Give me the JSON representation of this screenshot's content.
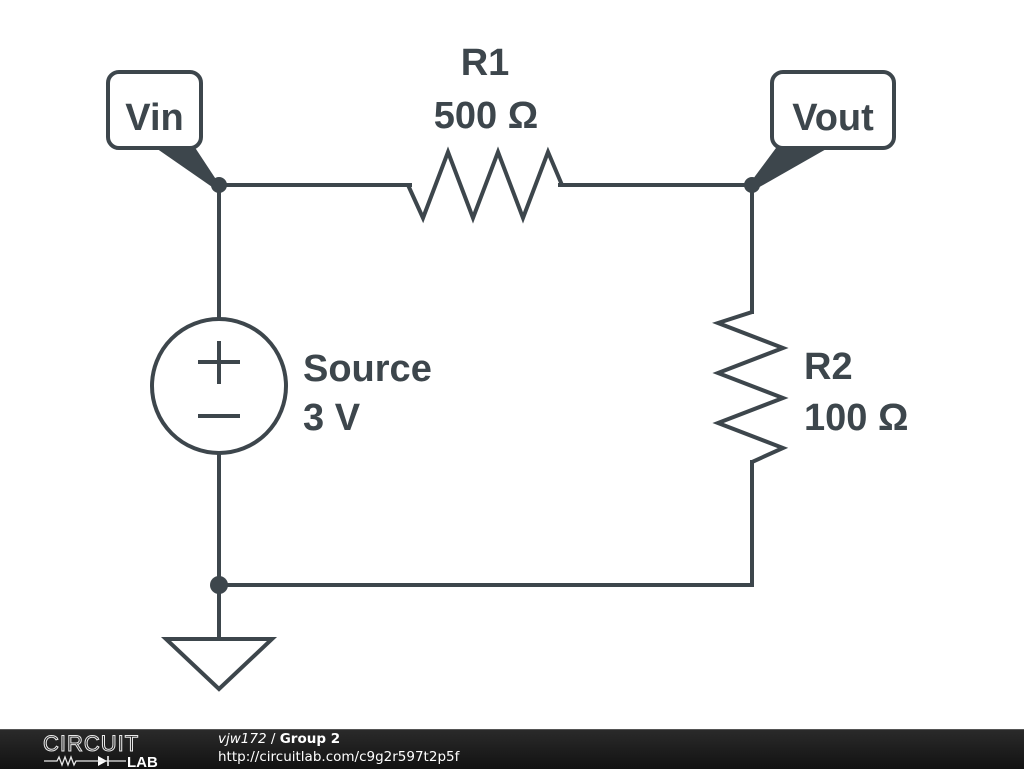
{
  "circuit": {
    "labels": {
      "vin": "Vin",
      "vout": "Vout"
    },
    "components": {
      "r1": {
        "name": "R1",
        "value": "500 Ω"
      },
      "r2": {
        "name": "R2",
        "value": "100 Ω"
      },
      "source": {
        "name": "Source",
        "value": "3 V",
        "plus_symbol": "+",
        "minus_symbol": "−"
      }
    },
    "colors": {
      "stroke": "#3d464c",
      "background": "#ffffff"
    }
  },
  "footer": {
    "logo_top": "CIRCUIT",
    "logo_bottom": "LAB",
    "user": "vjw172",
    "separator": " / ",
    "title": "Group 2",
    "url": "http://circuitlab.com/c9g2r597t2p5f",
    "background": "#1c1c1c"
  }
}
